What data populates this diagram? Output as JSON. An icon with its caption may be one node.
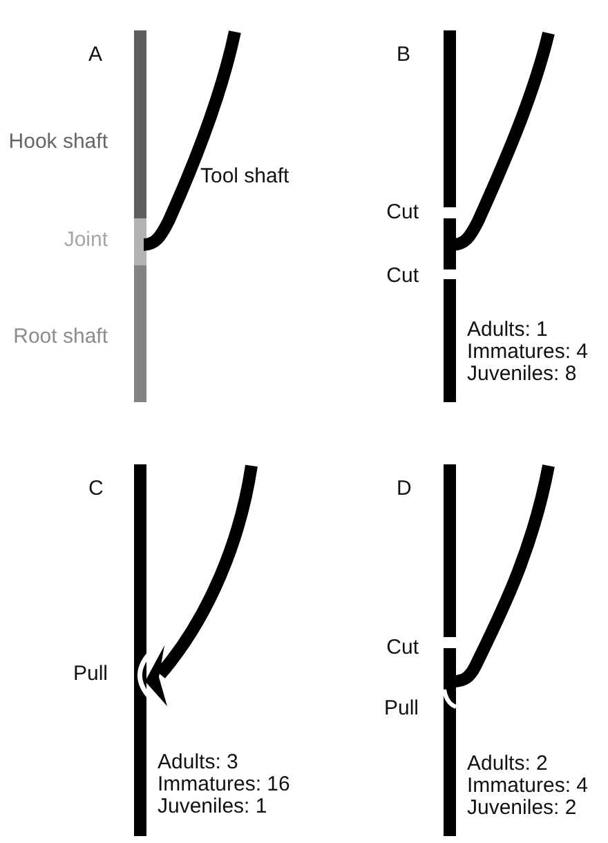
{
  "diagram": {
    "labels": [
      "A",
      "Hook shaft",
      "Tool shaft",
      "Joint",
      "Root shaft",
      "B",
      "Cut",
      "Cut",
      "Adults: 1",
      "Immatures: 4",
      "Juveniles: 8",
      "C",
      "Pull",
      "Adults: 3",
      "Immatures: 16",
      "Juveniles: 1",
      "D",
      "Cut",
      "Pull",
      "Adults: 2",
      "Immatures: 4",
      "Juveniles: 2"
    ]
  }
}
